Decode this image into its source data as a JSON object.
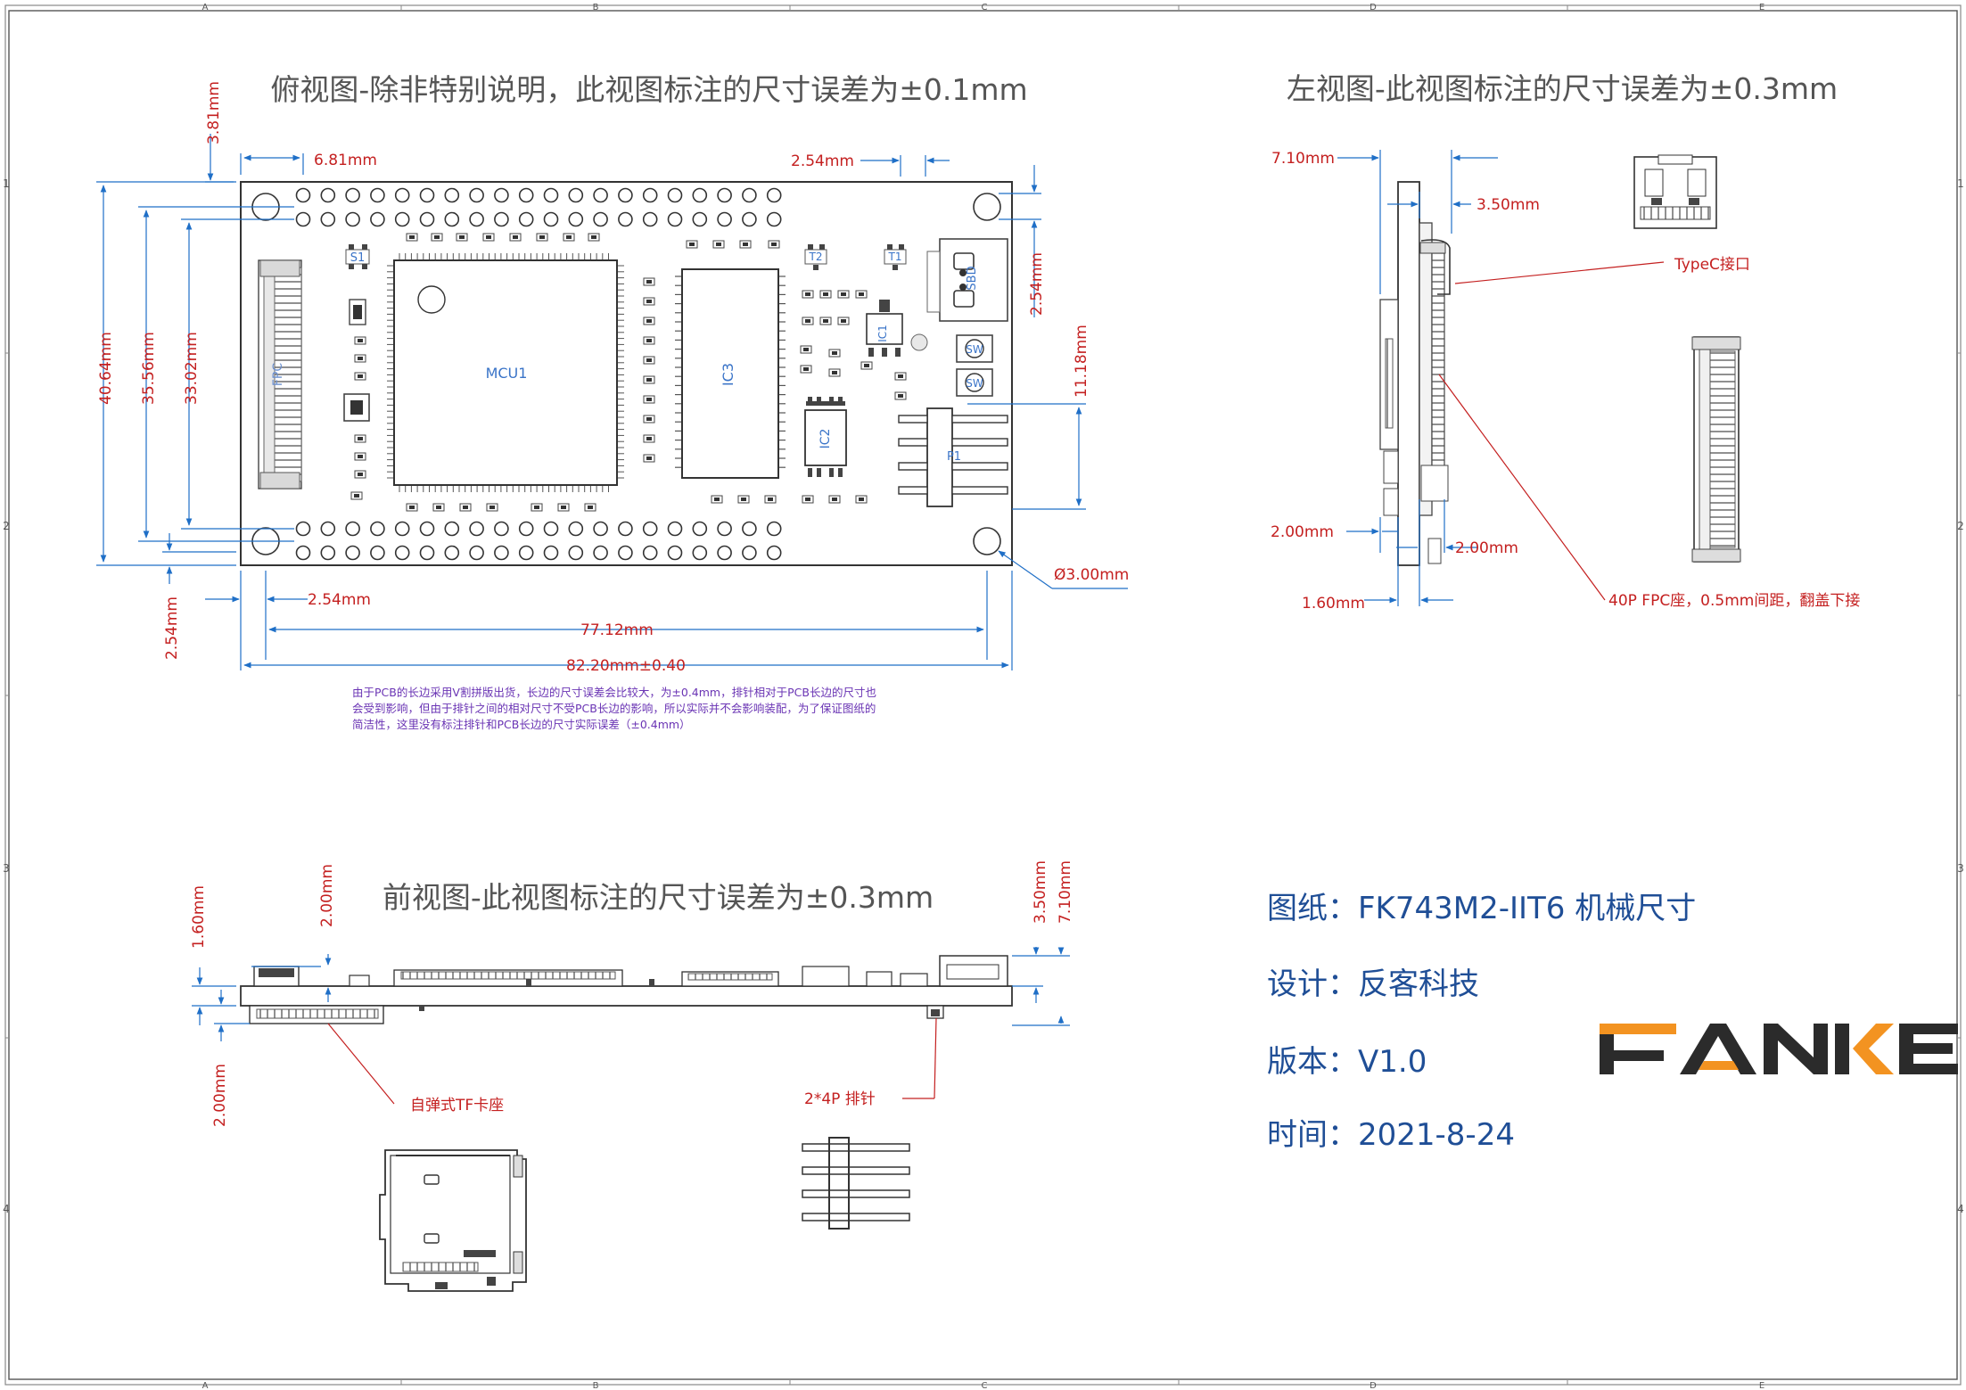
{
  "frame": {
    "cols": [
      "A",
      "B",
      "C",
      "D",
      "E"
    ],
    "rows": [
      "1",
      "2",
      "3",
      "4"
    ]
  },
  "top_view": {
    "title": "俯视图-除非特别说明，此视图标注的尺寸误差为±0.1mm",
    "dim_top_left": "6.81mm",
    "dim_top_right": "2.54mm",
    "dim_v_381": "3.81mm",
    "dim_v_4064": "40.64mm",
    "dim_v_3556": "35.56mm",
    "dim_v_3302": "33.02mm",
    "dim_v_254_right": "2.54mm",
    "dim_v_1118": "11.18mm",
    "dim_h_254_bottom": "2.54mm",
    "dim_v_254_bottom": "2.54mm",
    "dim_hole": "Ø3.00mm",
    "dim_7712": "77.12mm",
    "dim_8220": "82.20mm±0.40",
    "labels": {
      "mcu": "MCU1",
      "ic3": "IC3",
      "ic2": "IC2",
      "ic1": "IC1",
      "s1": "S1",
      "t1": "T1",
      "t2": "T2",
      "sbd": "SBD",
      "sw": "SW",
      "p1": "P1",
      "fpc": "FPC"
    },
    "note": [
      "由于PCB的长边采用V割拼版出货，长边的尺寸误差会比较大，为±0.4mm，排针相对于PCB长边的尺寸也",
      "会受到影响，但由于排针之间的相对尺寸不受PCB长边的影响，所以实际并不会影响装配，为了保证图纸的",
      "简洁性，这里没有标注排针和PCB长边的尺寸实际误差（±0.4mm）"
    ]
  },
  "left_view": {
    "title": "左视图-此视图标注的尺寸误差为±0.3mm",
    "dim_710": "7.10mm",
    "dim_350": "3.50mm",
    "dim_200_left": "2.00mm",
    "dim_200_right": "2.00mm",
    "dim_160": "1.60mm",
    "typec_label": "TypeC接口",
    "fpc_label": "40P FPC座，0.5mm间距，翻盖下接"
  },
  "front_view": {
    "title": "前视图-此视图标注的尺寸误差为±0.3mm",
    "dim_160": "1.60mm",
    "dim_200_top": "2.00mm",
    "dim_350": "3.50mm",
    "dim_710": "7.10mm",
    "dim_200_bottom": "2.00mm",
    "tf_label": "自弹式TF卡座",
    "header_label": "2*4P 排针"
  },
  "title_block": {
    "drawing": "图纸：FK743M2-IIT6 机械尺寸",
    "design": "设计：反客科技",
    "version": "版本：V1.0",
    "date": "时间：2021-8-24",
    "logo": "FANKE"
  },
  "colors": {
    "dim_blue": "#1f6fc7",
    "dim_red": "#c42020",
    "note_purple": "#6a34b4",
    "outline": "#333333",
    "logo_orange": "#f39321",
    "logo_dark": "#2b2b2b"
  }
}
